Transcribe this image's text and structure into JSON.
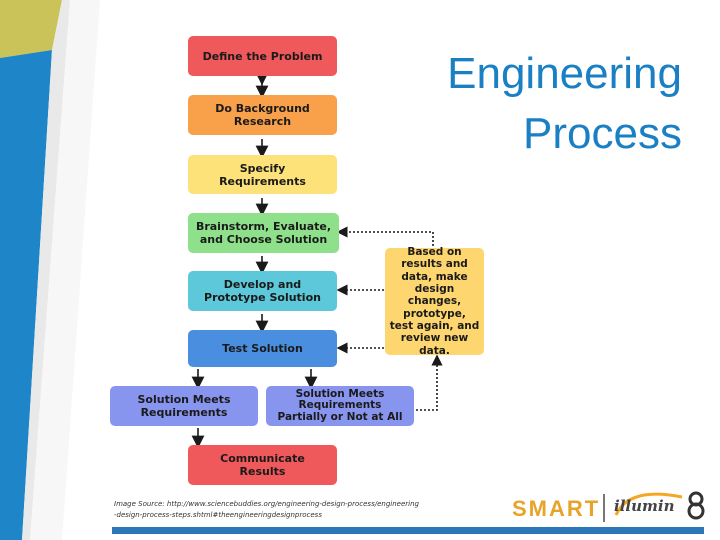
{
  "title": {
    "line1": "Engineering",
    "line2": "Process"
  },
  "steps": {
    "define": "Define the Problem",
    "research": "Do Background\nResearch",
    "specify": "Specify\nRequirements",
    "brainstorm": "Brainstorm, Evaluate,\nand Choose Solution",
    "develop": "Develop and\nPrototype Solution",
    "test": "Test Solution",
    "meets": "Solution Meets\nRequirements",
    "partial": "Solution Meets\nRequirements\nPartially or Not at All",
    "communicate": "Communicate\nResults",
    "iterate": "Based on\nresults and\ndata, make\ndesign changes,\nprototype,\ntest again, and\nreview new\ndata."
  },
  "caption": {
    "line1": "Image Source: http://www.sciencebuddies.org/engineering-design-process/engineering",
    "line2": "-design-process-steps.shtml#theengineeringdesignprocess"
  },
  "logo": {
    "smart": "SMART",
    "illumin8": "illumin8"
  },
  "colors": {
    "red": "#f0595c",
    "orange": "#f8a04a",
    "yellow": "#fde27a",
    "green": "#8fe08a",
    "cyan": "#5cc8d9",
    "blue": "#4a8fdf",
    "periwinkle": "#8895ee",
    "note": "#fdd670",
    "title": "#1b7fc4",
    "bar": "#2a78b8"
  }
}
